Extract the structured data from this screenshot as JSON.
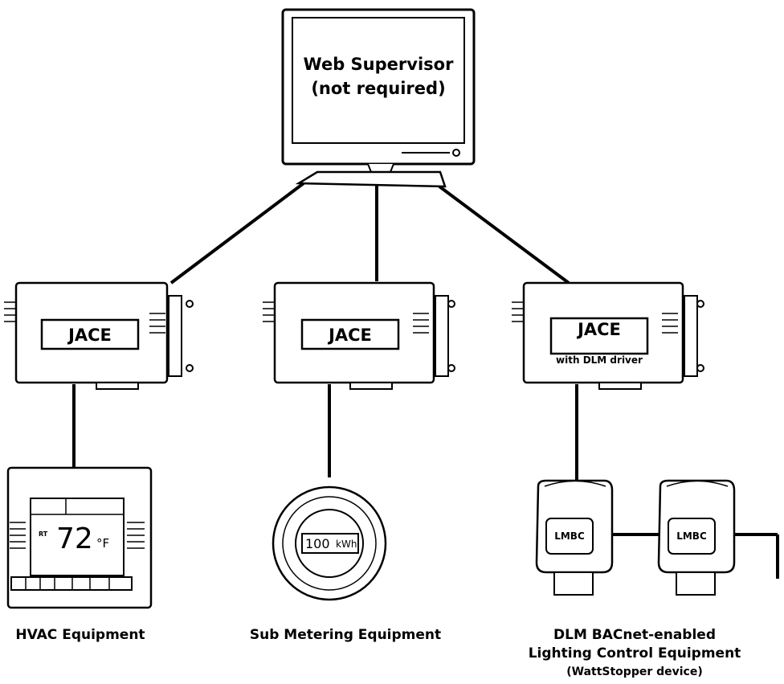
{
  "monitor": {
    "title_line1": "Web Supervisor",
    "title_line2": "(not required)"
  },
  "controllers": [
    {
      "label": "JACE",
      "sublabel": ""
    },
    {
      "label": "JACE",
      "sublabel": ""
    },
    {
      "label": "JACE",
      "sublabel": "with DLM driver"
    }
  ],
  "thermostat": {
    "mode_label": "RT",
    "temperature": "72",
    "unit": "°F"
  },
  "meter": {
    "reading": "100",
    "unit": "kWh"
  },
  "lmbc_devices": [
    {
      "label": "LMBC"
    },
    {
      "label": "LMBC"
    }
  ],
  "captions": {
    "hvac": "HVAC Equipment",
    "metering": "Sub Metering Equipment",
    "lighting_line1": "DLM BACnet-enabled",
    "lighting_line2": "Lighting Control Equipment",
    "lighting_line3": "(WattStopper device)"
  }
}
